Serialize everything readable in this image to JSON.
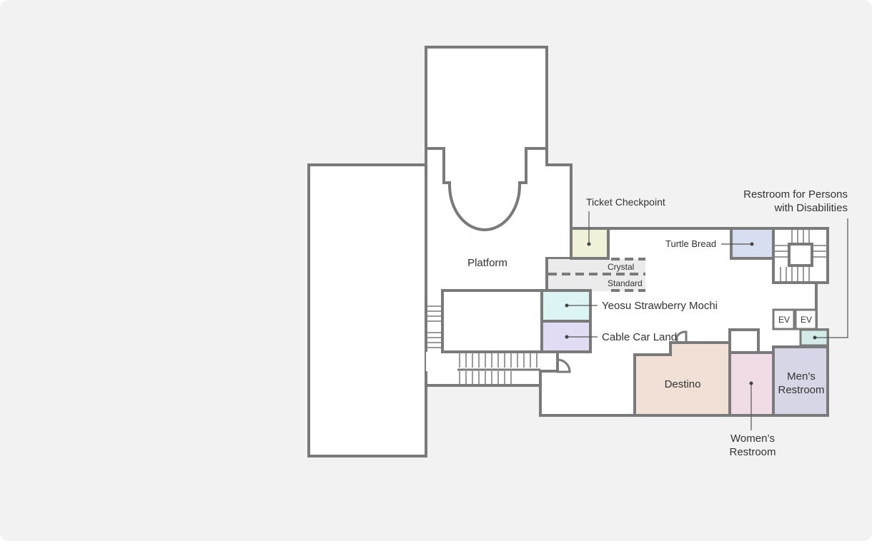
{
  "map": {
    "labels": {
      "platform": "Platform",
      "ticket_checkpoint": "Ticket Checkpoint",
      "crystal": "Crystal",
      "standard": "Standard",
      "turtle_bread": "Turtle Bread",
      "restroom_disabled_line1": "Restroom for Persons",
      "restroom_disabled_line2": "with Disabilities",
      "yeosu_mochi": "Yeosu Strawberry Mochi",
      "cable_car_land": "Cable Car Land",
      "ev1": "EV",
      "ev2": "EV",
      "destino": "Destino",
      "mens_line1": "Men’s",
      "mens_line2": "Restroom",
      "womens_line1": "Women’s",
      "womens_line2": "Restroom"
    },
    "colors": {
      "background": "#f2f2f2",
      "wall": "#7a7a7a",
      "floor": "#ffffff",
      "ticket_checkpoint": "#f1f0d8",
      "turtle_bread": "#d6deef",
      "yeosu_mochi": "#dcf4f4",
      "cable_car_land": "#e1dcf4",
      "destino": "#f0e0d6",
      "womens_restroom": "#f0dce6",
      "mens_restroom": "#d6d6e6",
      "restroom_disabled": "#d4ece8"
    }
  }
}
